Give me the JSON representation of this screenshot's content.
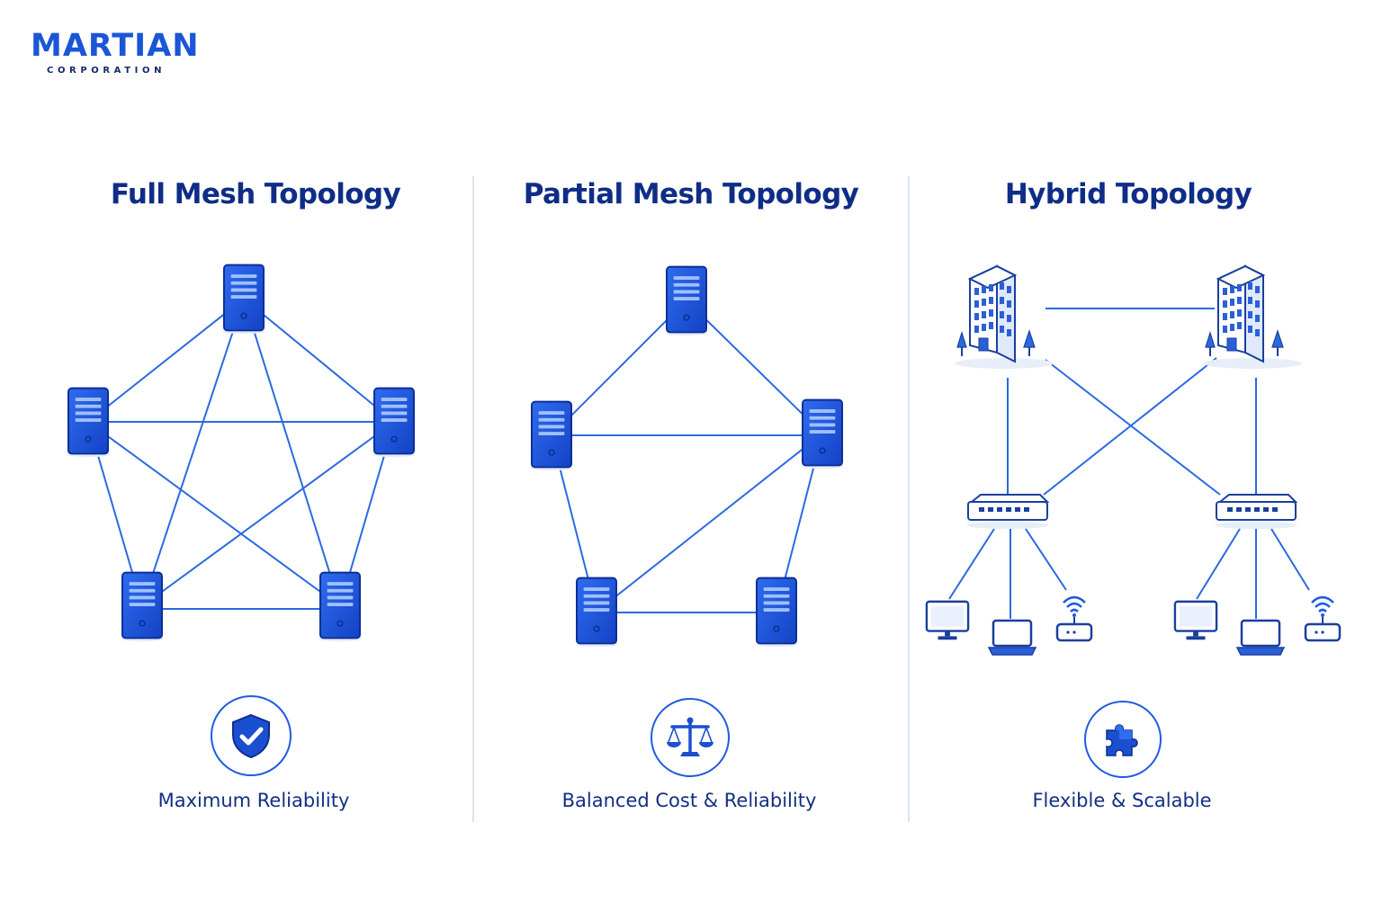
{
  "brand": {
    "name": "MARTIAN",
    "tagline": "CORPORATION"
  },
  "colors": {
    "primary": "#1a56d6",
    "dark_navy": "#0f2d86",
    "line": "#2a6ae0",
    "divider": "#d9e3f3"
  },
  "panels": [
    {
      "title": "Full Mesh Topology",
      "caption": "Maximum Reliability",
      "icon": "shield-check-icon"
    },
    {
      "title": "Partial Mesh Topology",
      "caption": "Balanced Cost & Reliability",
      "icon": "balance-scale-icon"
    },
    {
      "title": "Hybrid Topology",
      "caption": "Flexible & Scalable",
      "icon": "puzzle-piece-icon"
    }
  ]
}
